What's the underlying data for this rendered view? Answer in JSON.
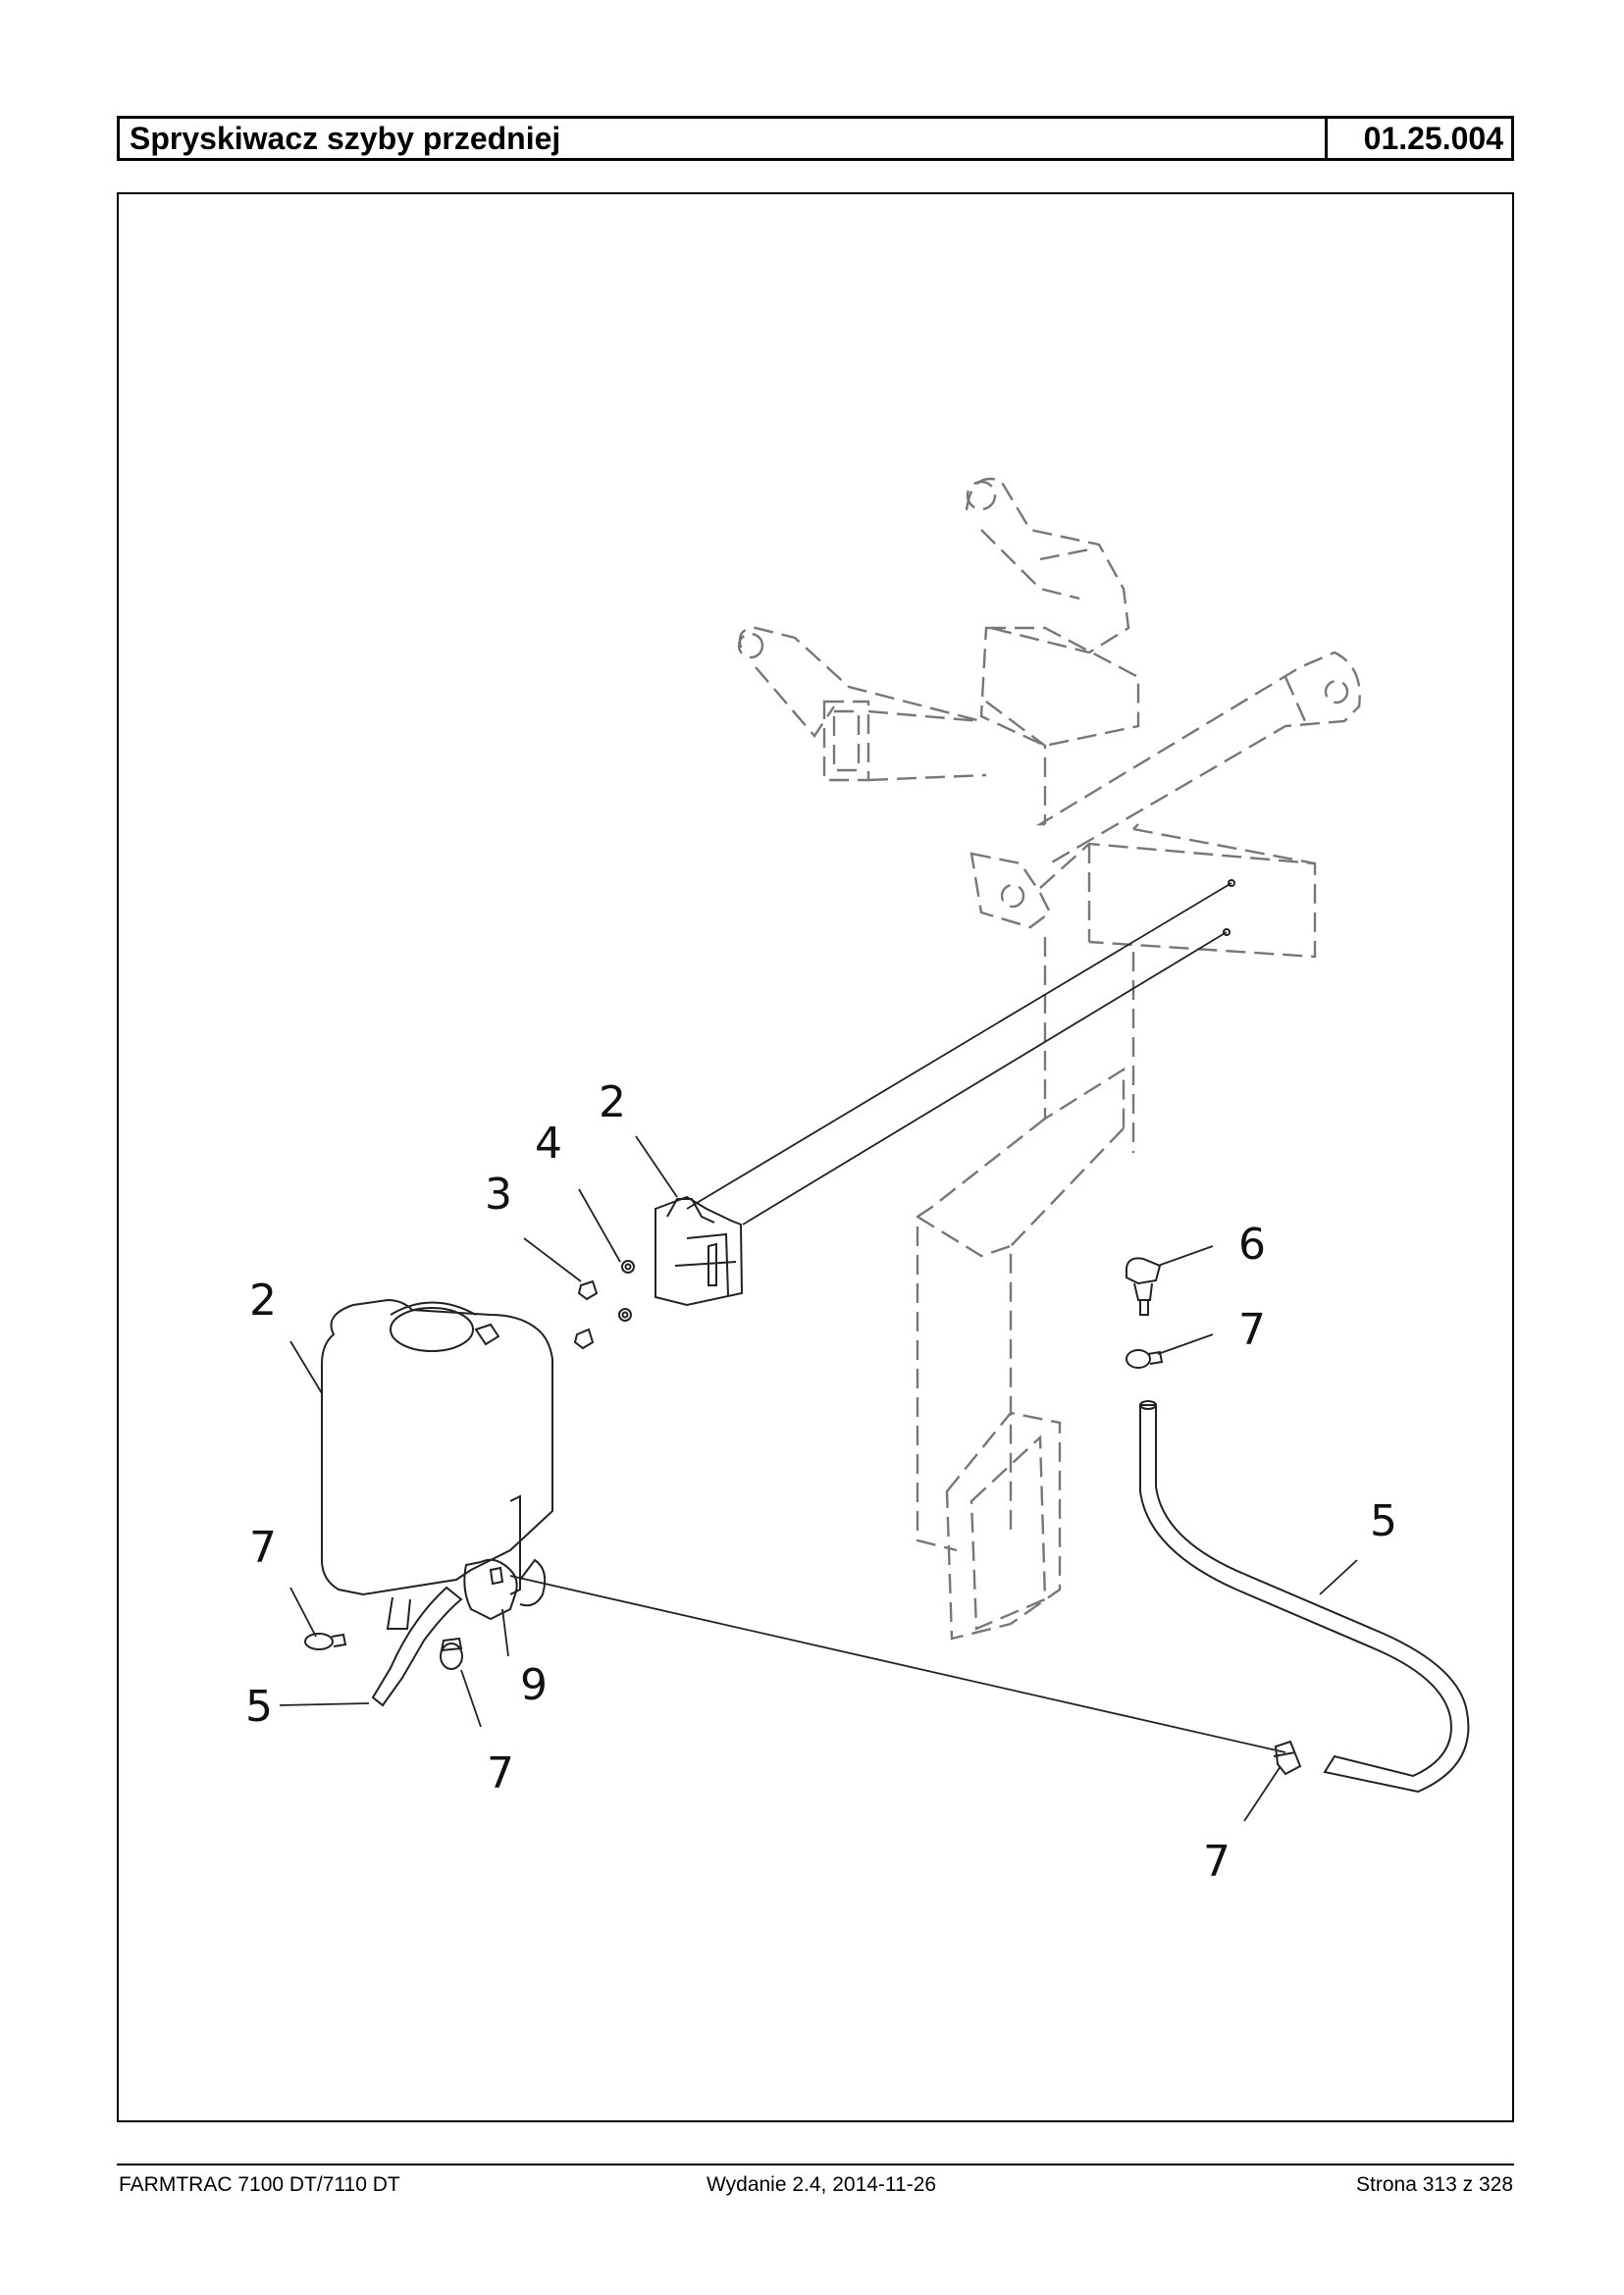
{
  "header": {
    "title": "Spryskiwacz szyby przedniej",
    "code": "01.25.004"
  },
  "diagram": {
    "callouts": {
      "c2_bracket": "2",
      "c4": "4",
      "c3": "3",
      "c2_tank": "2",
      "c6": "6",
      "c7_top": "7",
      "c5_right": "5",
      "c7_left": "7",
      "c9": "9",
      "c5_left": "5",
      "c7_bottom": "7",
      "c7_right": "7"
    }
  },
  "footer": {
    "model": "FARMTRAC 7100 DT/7110 DT",
    "edition": "Wydanie 2.4,  2014-11-26",
    "page": "Strona 313 z 328"
  }
}
